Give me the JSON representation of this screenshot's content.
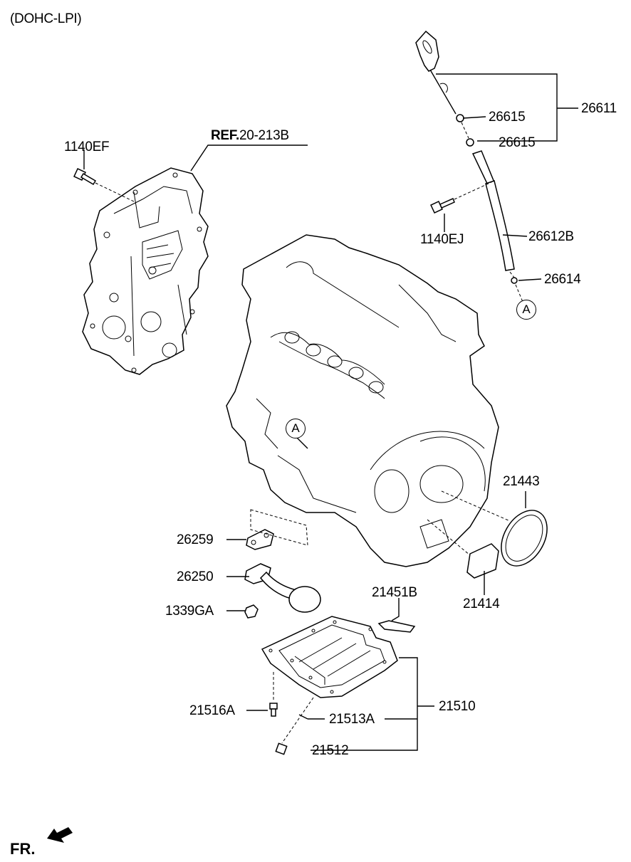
{
  "header": {
    "engine": "(DOHC-LPI)"
  },
  "reference": {
    "prefix": "REF.",
    "code": "20-213B"
  },
  "callouts": {
    "c1140EF": "1140EF",
    "c26611": "26611",
    "c26615a": "26615",
    "c26615b": "26615",
    "c1140EJ": "1140EJ",
    "c26612B": "26612B",
    "c26614": "26614",
    "c21443": "21443",
    "c26259": "26259",
    "c26250": "26250",
    "c1339GA": "1339GA",
    "c21451B": "21451B",
    "c21414": "21414",
    "c21510": "21510",
    "c21516A": "21516A",
    "c21513A": "21513A",
    "c21512": "21512"
  },
  "markers": {
    "a1": "A",
    "a2": "A"
  },
  "footer": {
    "direction": "FR."
  }
}
